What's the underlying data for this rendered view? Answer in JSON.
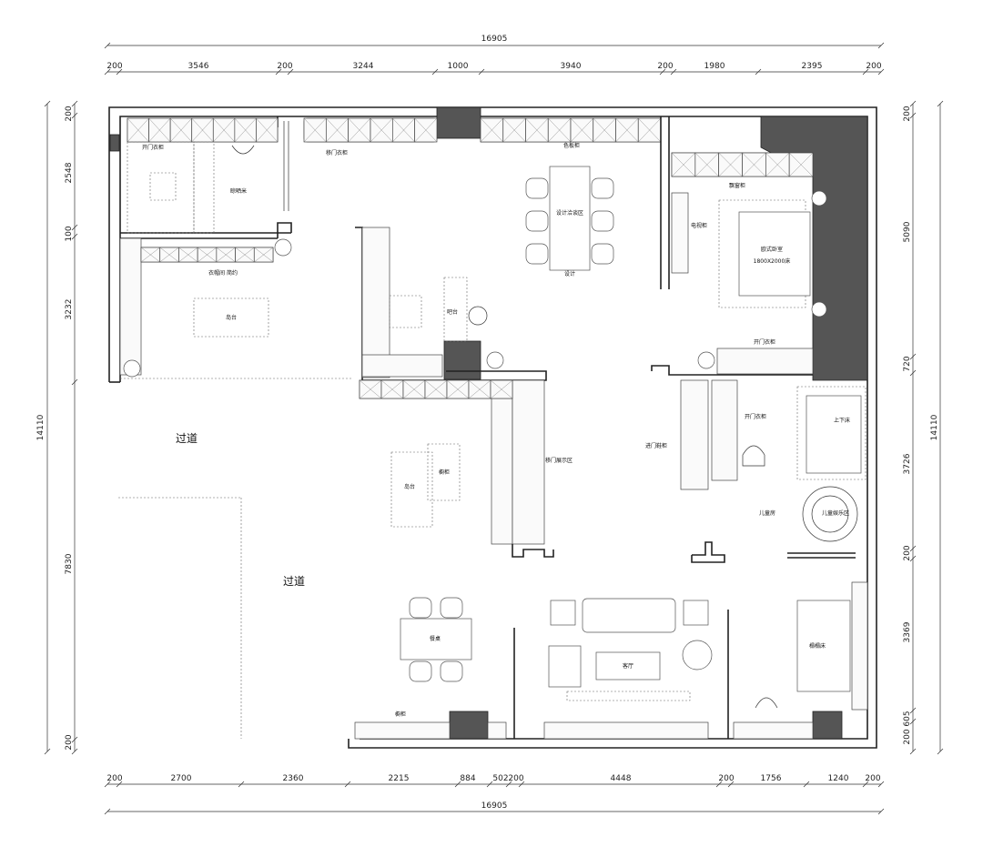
{
  "dimensions": {
    "top_total": "16905",
    "top_segments": [
      "200",
      "3546",
      "200",
      "3244",
      "1000",
      "3940",
      "200",
      "1980",
      "2395",
      "200"
    ],
    "bottom_segments": [
      "200",
      "2700",
      "2360",
      "2215",
      "884",
      "502",
      "200",
      "4448",
      "200",
      "1756",
      "1240",
      "200"
    ],
    "bottom_total": "16905",
    "left_segments": [
      "200",
      "2548",
      "100",
      "3232",
      "7830",
      "200"
    ],
    "left_total": "14110",
    "right_segments": [
      "200",
      "5090",
      "720",
      "3726",
      "200",
      "3369",
      "200",
      "605"
    ],
    "right_total": "14110"
  },
  "rooms": {
    "open_door_wardrobe_top": "开门衣柜",
    "laundry": "晾晒米",
    "sliding_wardrobe": "移门衣柜",
    "color_board": "色板柜",
    "design_area": "设计洽谈区",
    "design": "设计",
    "bay_window": "飘窗柜",
    "tv_cabinet": "电视柜",
    "master_bed": "欧式卧室",
    "bed_size": "1800X2000床",
    "cloakroom": "衣帽间 简约",
    "island_top": "岛台",
    "bar": "吧台",
    "open_door_wardrobe_mid": "开门衣柜",
    "open_door_wardrobe_right": "开门衣柜",
    "bunk_bed": "上下床",
    "entry_shoe": "进门鞋柜",
    "sliding_display": "移门展示区",
    "island_mid": "岛台",
    "cabinet": "橱柜",
    "kids_room": "儿童房",
    "kids_play": "儿童娱乐区",
    "corridor_1": "过道",
    "corridor_2": "过道",
    "dining": "餐桌",
    "living": "客厅",
    "tatami": "榻榻床",
    "cabinet_bottom": "橱柜"
  }
}
